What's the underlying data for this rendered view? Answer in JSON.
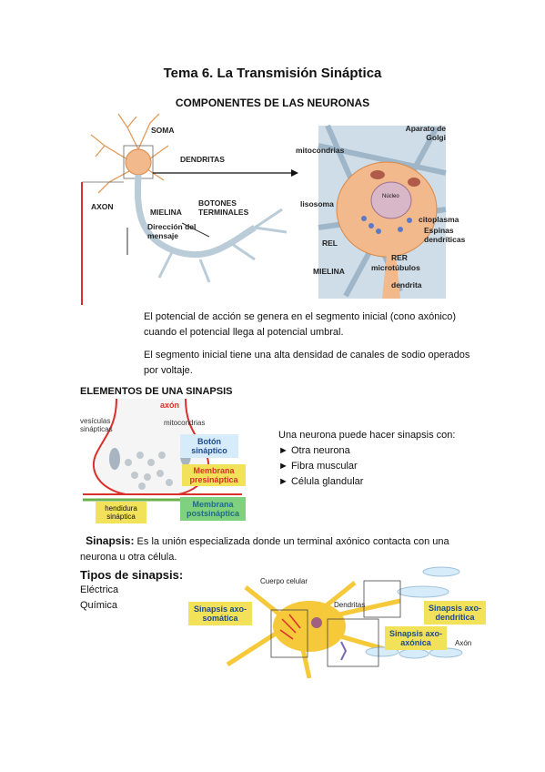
{
  "title": "Tema 6. La Transmisión Sináptica",
  "subtitle": "COMPONENTES DE LAS NEURONAS",
  "neuron_diagram": {
    "labels": {
      "soma": "SOMA",
      "dendritas": "DENDRITAS",
      "axon": "AXON",
      "mielina": "MIELINA",
      "botones": "BOTONES TERMINALES",
      "direccion": "Dirección del mensaje"
    }
  },
  "cell_diagram": {
    "labels": {
      "golgi": "Aparato de Golgi",
      "mitocondrias": "mitocondrias",
      "lisosoma": "lisosoma",
      "nucleo": "Núcleo",
      "citoplasma": "citoplasma",
      "espinas": "Espinas dendríticas",
      "rel": "REL",
      "rer": "RER",
      "mielina": "MIELINA",
      "microtubulos": "microtúbulos",
      "dendrita": "dendrita"
    }
  },
  "paragraphs": {
    "p1": "El potencial de acción se genera en el segmento inicial (cono axónico) cuando el potencial llega al potencial umbral.",
    "p2": "El segmento inicial tiene una alta densidad de canales de sodio operados por voltaje."
  },
  "synapse_section": {
    "heading": "ELEMENTOS DE UNA SINAPSIS",
    "labels": {
      "axon": "axón",
      "vesiculas": "vesículas sinápticas",
      "mitocondrias": "mitocondrias",
      "boton": "Botón sináptico",
      "membrana_pre": "Membrana presináptica",
      "hendidura": "hendidura sináptica",
      "membrana_post": "Membrana postsináptica"
    },
    "intro": "Una neurona puede hacer sinapsis con:",
    "items": [
      "Otra neurona",
      "Fibra muscular",
      "Célula glandular"
    ],
    "definition_term": "Sinapsis:",
    "definition_text": "Es la unión especializada donde un terminal axónico contacta con una neurona u otra célula."
  },
  "types_section": {
    "heading": "Tipos de sinapsis:",
    "items": [
      "Eléctrica",
      "Química"
    ],
    "labels": {
      "cuerpo": "Cuerpo celular",
      "dendritas": "Dendritas",
      "axosomatica": "Sinapsis axo-somática",
      "axodendritica": "Sinapsis axo-dendrítica",
      "axoaxonica": "Sinapsis axo-axónica",
      "axon": "Axón"
    }
  },
  "colors": {
    "arrow_red": "#d9302c",
    "label_yellow": "#f2e25a",
    "label_green": "#7fd17f",
    "label_blue": "#d6ecfa",
    "neuron_orange": "#f1b98c",
    "neuron_yellow": "#f5c93a"
  }
}
